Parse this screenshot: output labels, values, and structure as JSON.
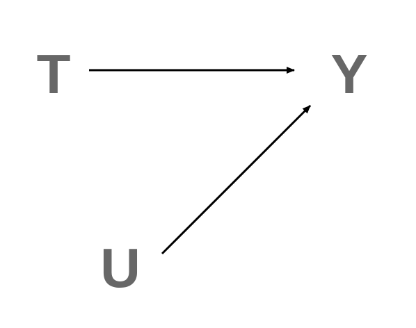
{
  "nodes": {
    "t": {
      "label": "T"
    },
    "y": {
      "label": "Y"
    },
    "u": {
      "label": "U"
    }
  },
  "edges": [
    {
      "from": "T",
      "to": "Y"
    },
    {
      "from": "U",
      "to": "Y"
    }
  ],
  "colors": {
    "node_text": "#676767",
    "edge": "#000000"
  }
}
